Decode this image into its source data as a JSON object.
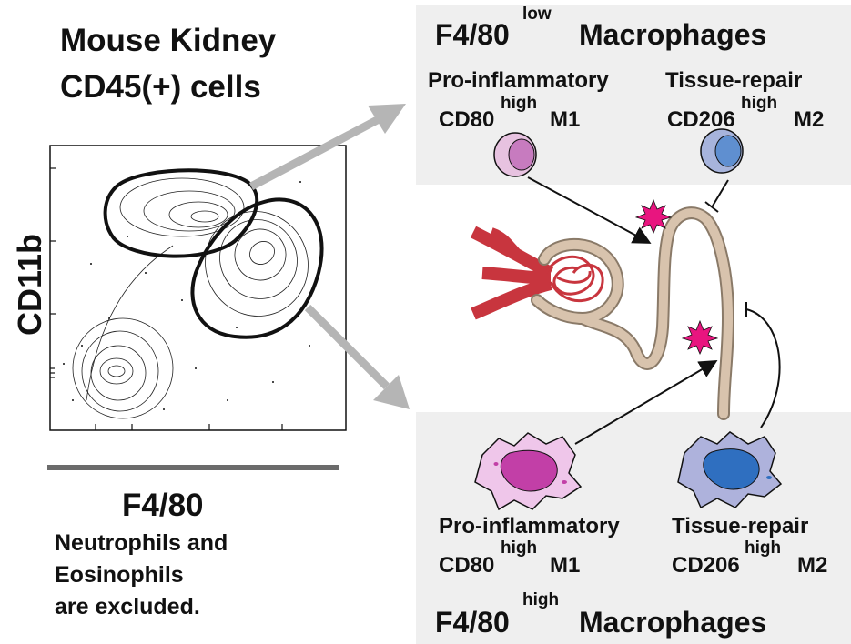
{
  "left": {
    "title_line1": "Mouse Kidney",
    "title_line2": "CD45(+) cells",
    "y_axis_label": "CD11b",
    "x_axis_label": "F4/80",
    "note_line1": "Neutrophils and",
    "note_line2": "Eosinophils",
    "note_line3": "are excluded."
  },
  "top_panel": {
    "header_main": "F4/80",
    "header_sup": "low",
    "header_suffix": "Macrophages",
    "m1": {
      "role": "Pro-inflammatory",
      "marker": "CD80",
      "marker_sup": "high",
      "type": "M1"
    },
    "m2": {
      "role": "Tissue-repair",
      "marker": "CD206",
      "marker_sup": "high",
      "type": "M2"
    }
  },
  "bottom_panel": {
    "header_main": "F4/80",
    "header_sup": "high",
    "header_suffix": "Macrophages",
    "m1": {
      "role": "Pro-inflammatory",
      "marker": "CD80",
      "marker_sup": "high",
      "type": "M1"
    },
    "m2": {
      "role": "Tissue-repair",
      "marker": "CD206",
      "marker_sup": "high",
      "type": "M2"
    }
  },
  "colors": {
    "panel_bg": "#efefef",
    "m1_fill": "#e7c2e0",
    "m1_nucleus": "#c77bbf",
    "m2_fill": "#a7b4dc",
    "m2_nucleus": "#5f8fd0",
    "m1_tissue_fill": "#efc6ea",
    "m1_tissue_nucleus": "#c23fa7",
    "m2_tissue_fill": "#aeb2dc",
    "m2_tissue_nucleus": "#2f6fc0",
    "tubule": "#d8c3ad",
    "vessel": "#c8353e",
    "injury_star": "#e8157f",
    "arrow_gray": "#b5b5b5"
  },
  "icons": [
    "macrophage-m1-round-icon",
    "macrophage-m2-round-icon",
    "macrophage-m1-tissue-icon",
    "macrophage-m2-tissue-icon",
    "nephron-icon",
    "injury-star-icon",
    "flow-plot-icon"
  ]
}
